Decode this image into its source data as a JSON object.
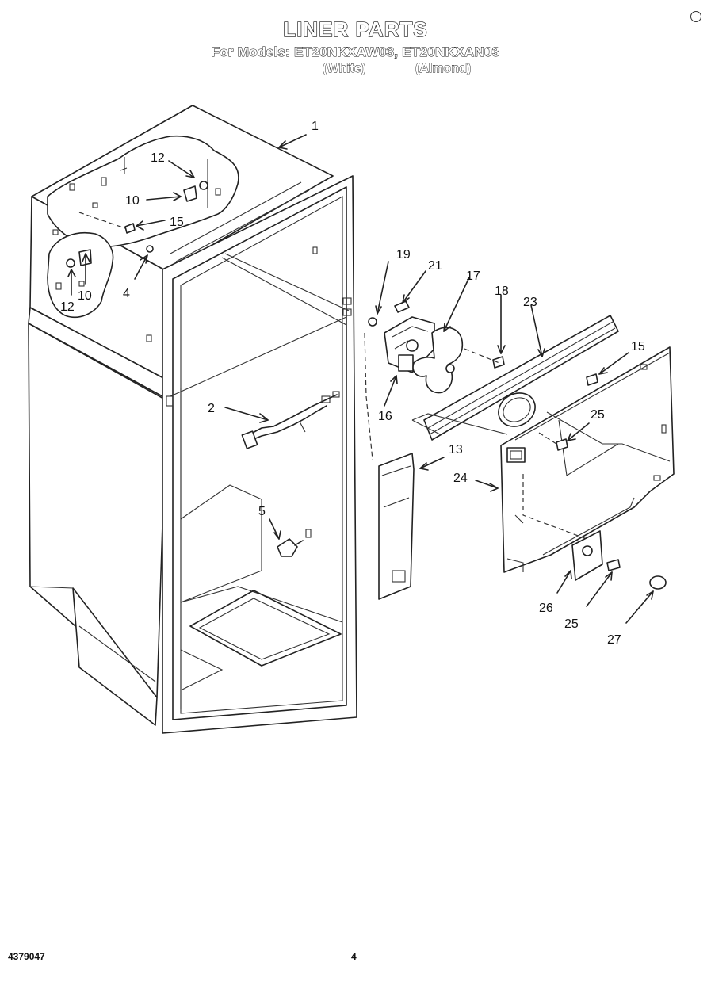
{
  "header": {
    "title": "LINER PARTS",
    "models_line": "For Models: ET20NKXAW03, ET20NKXAN03",
    "finish_white": "(White)",
    "finish_almond": "(Almond)"
  },
  "callouts": [
    {
      "id": "c-1",
      "text": "1"
    },
    {
      "id": "c-12a",
      "text": "12"
    },
    {
      "id": "c-10a",
      "text": "10"
    },
    {
      "id": "c-15a",
      "text": "15"
    },
    {
      "id": "c-4",
      "text": "4"
    },
    {
      "id": "c-12b",
      "text": "12"
    },
    {
      "id": "c-10b",
      "text": "10"
    },
    {
      "id": "c-2",
      "text": "2"
    },
    {
      "id": "c-5",
      "text": "5"
    },
    {
      "id": "c-19",
      "text": "19"
    },
    {
      "id": "c-21",
      "text": "21"
    },
    {
      "id": "c-17",
      "text": "17"
    },
    {
      "id": "c-18",
      "text": "18"
    },
    {
      "id": "c-23",
      "text": "23"
    },
    {
      "id": "c-15b",
      "text": "15"
    },
    {
      "id": "c-16",
      "text": "16"
    },
    {
      "id": "c-25a",
      "text": "25"
    },
    {
      "id": "c-13",
      "text": "13"
    },
    {
      "id": "c-24",
      "text": "24"
    },
    {
      "id": "c-26",
      "text": "26"
    },
    {
      "id": "c-25b",
      "text": "25"
    },
    {
      "id": "c-27",
      "text": "27"
    }
  ],
  "footer": {
    "doc_number": "4379047",
    "page_number": "4"
  }
}
